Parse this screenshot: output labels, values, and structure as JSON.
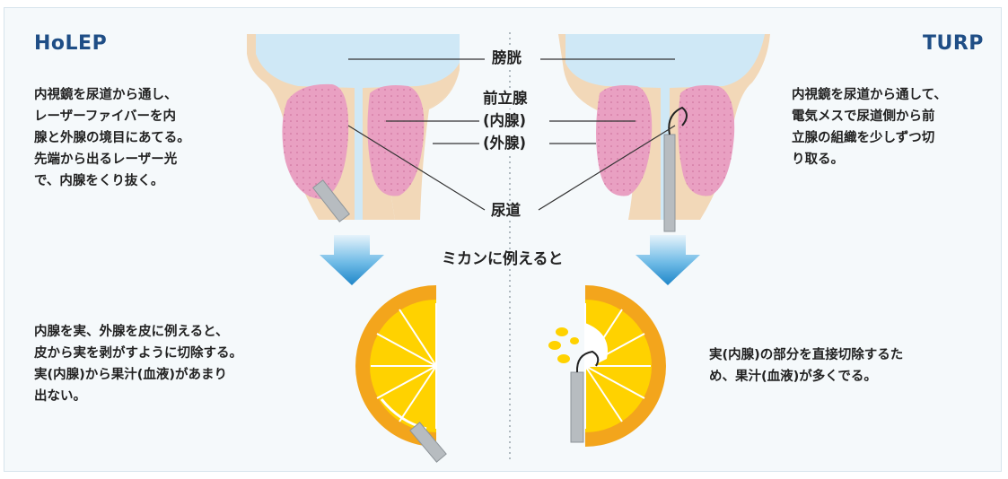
{
  "left": {
    "title": "HoLEP",
    "desc_top": "内視鏡を尿道から通し、\nレーザーファイバーを内\n腺と外腺の境目にあてる。\n先端から出るレーザー光\nで、内腺をくり抜く。",
    "desc_bottom": "内腺を実、外腺を皮に例えると、\n皮から実を剥がすように切除する。\n実(内腺)から果汁(血液)があまり\n出ない。"
  },
  "right": {
    "title": "TURP",
    "desc_top": "内視鏡を尿道から通して、\n電気メスで尿道側から前\n立腺の組織を少しずつ切\nり取る。",
    "desc_bottom": "実(内腺)の部分を直接切除するた\nめ、果汁(血液)が多くでる。"
  },
  "labels": {
    "bladder": "膀胱",
    "prostate": "前立腺",
    "inner_gland": "(内腺)",
    "outer_gland": "(外腺)",
    "urethra": "尿道",
    "analogy": "ミカンに例えると"
  },
  "colors": {
    "title": "#1f4e86",
    "bladder": "#cfe8f6",
    "outer_tissue": "#f2d8b8",
    "inner_gland": "#e9a0c2",
    "orange_peel": "#f3a51c",
    "orange_flesh": "#ffd200",
    "arrow": "#2a8fd0"
  }
}
